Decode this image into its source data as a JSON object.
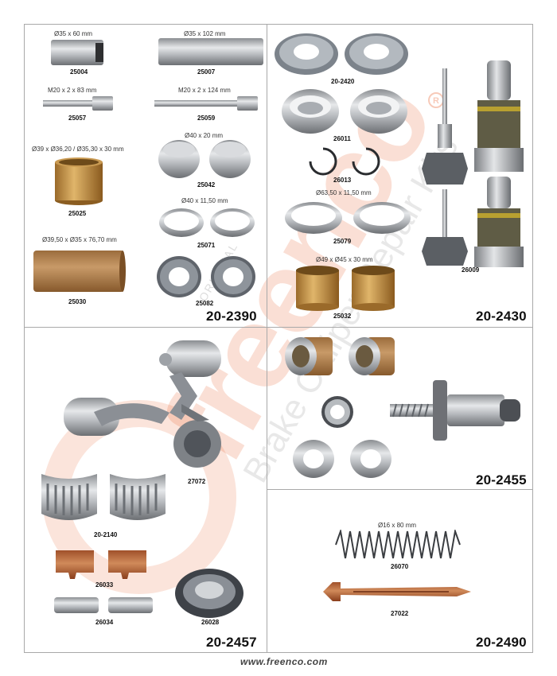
{
  "footer": {
    "url": "www.freenco.com"
  },
  "watermark": {
    "brand": "freenco",
    "tagline": "Brake Caliper Repair Kits",
    "badge": "ORIGINAL"
  },
  "kits": [
    {
      "kit": "20-2390",
      "items": [
        {
          "code": "25004",
          "dim": "Ø35 x 60 mm"
        },
        {
          "code": "25007",
          "dim": "Ø35 x 102 mm"
        },
        {
          "code": "25057",
          "dim": "M20 x 2 x 83 mm"
        },
        {
          "code": "25059",
          "dim": "M20 x 2 x 124 mm"
        },
        {
          "code": "25042",
          "dim": "Ø40 x 20 mm"
        },
        {
          "code": "25025",
          "dim": "Ø39 x Ø36,20 / Ø35,30 x 30 mm"
        },
        {
          "code": "25071",
          "dim": "Ø40 x 11,50 mm"
        },
        {
          "code": "25030",
          "dim": "Ø39,50 x Ø35 x 76,70 mm"
        },
        {
          "code": "25082",
          "dim": ""
        }
      ]
    },
    {
      "kit": "20-2430",
      "items": [
        {
          "code": "20-2420",
          "dim": ""
        },
        {
          "code": "26011",
          "dim": ""
        },
        {
          "code": "26013",
          "dim": ""
        },
        {
          "code": "25079",
          "dim": "Ø63,50 x 11,50 mm"
        },
        {
          "code": "25032",
          "dim": "Ø49 x Ø45 x 30 mm"
        },
        {
          "code": "26009",
          "dim": ""
        }
      ]
    },
    {
      "kit": "20-2457",
      "items": [
        {
          "code": "27072",
          "dim": ""
        },
        {
          "code": "20-2140",
          "dim": ""
        },
        {
          "code": "26033",
          "dim": ""
        },
        {
          "code": "26034",
          "dim": ""
        },
        {
          "code": "26028",
          "dim": ""
        }
      ]
    },
    {
      "kit": "20-2455",
      "items": []
    },
    {
      "kit": "20-2490",
      "items": [
        {
          "code": "26070",
          "dim": "Ø16 x 80 mm"
        },
        {
          "code": "27022",
          "dim": ""
        }
      ]
    }
  ]
}
